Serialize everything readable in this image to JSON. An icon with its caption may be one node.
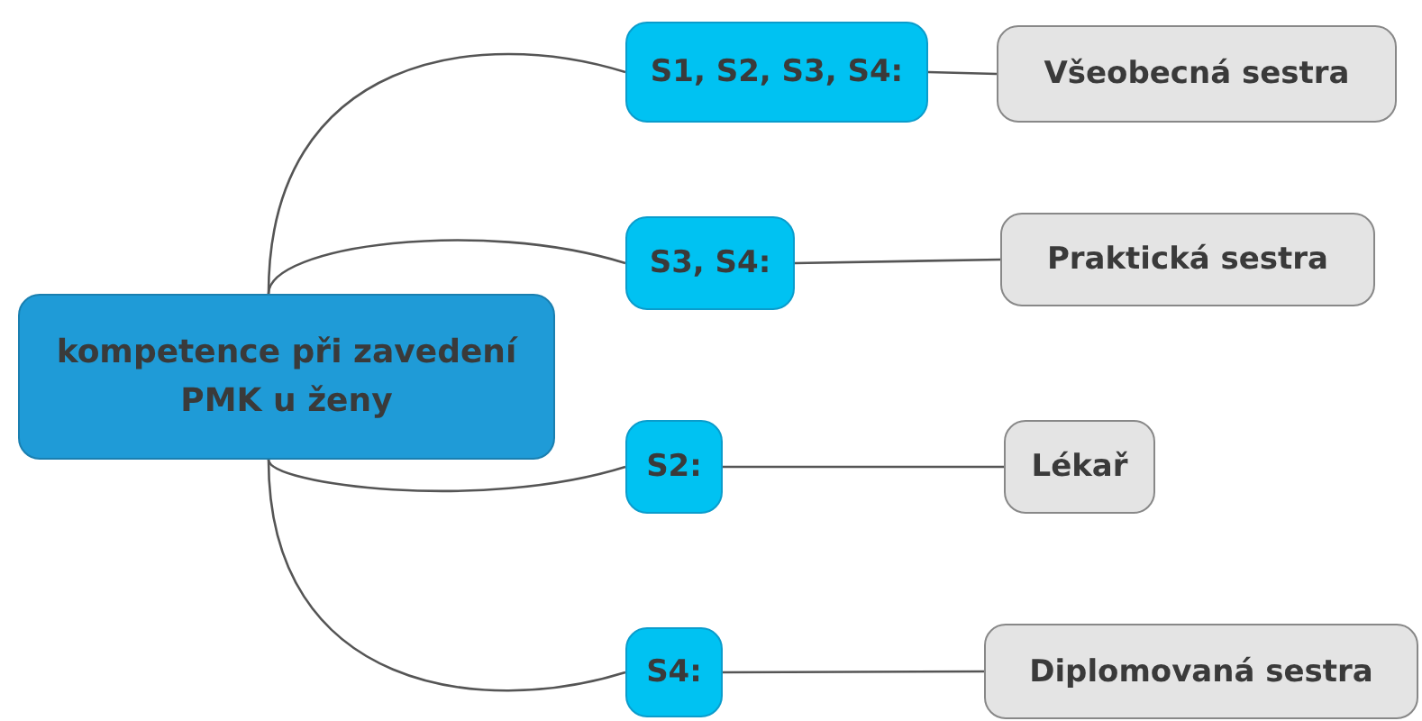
{
  "diagram": {
    "nodes": [
      {
        "text": [
          "kompetence při zavedení PMK u ženy"
        ]
      },
      {
        "text": [
          "S1, S2, S3, S4:"
        ]
      },
      {
        "text": [
          "S3, S4:"
        ]
      },
      {
        "text": [
          "S2:"
        ]
      },
      {
        "text": [
          "S4:"
        ]
      },
      {
        "text": [
          "Všeobecná sestra"
        ]
      },
      {
        "text": [
          "Praktická sestra"
        ]
      },
      {
        "text": [
          "Lékař"
        ]
      },
      {
        "text": [
          "Diplomovaná sestra"
        ]
      }
    ],
    "edges": [
      {
        "from": 0,
        "to": 1,
        "arrow": "none"
      },
      {
        "from": 0,
        "to": 2,
        "arrow": "none"
      },
      {
        "from": 0,
        "to": 3,
        "arrow": "none"
      },
      {
        "from": 0,
        "to": 4,
        "arrow": "none"
      },
      {
        "from": 1,
        "to": 5,
        "arrow": "none"
      },
      {
        "from": 2,
        "to": 6,
        "arrow": "none"
      },
      {
        "from": 3,
        "to": 7,
        "arrow": "none"
      },
      {
        "from": 4,
        "to": 8,
        "arrow": "none"
      }
    ]
  }
}
